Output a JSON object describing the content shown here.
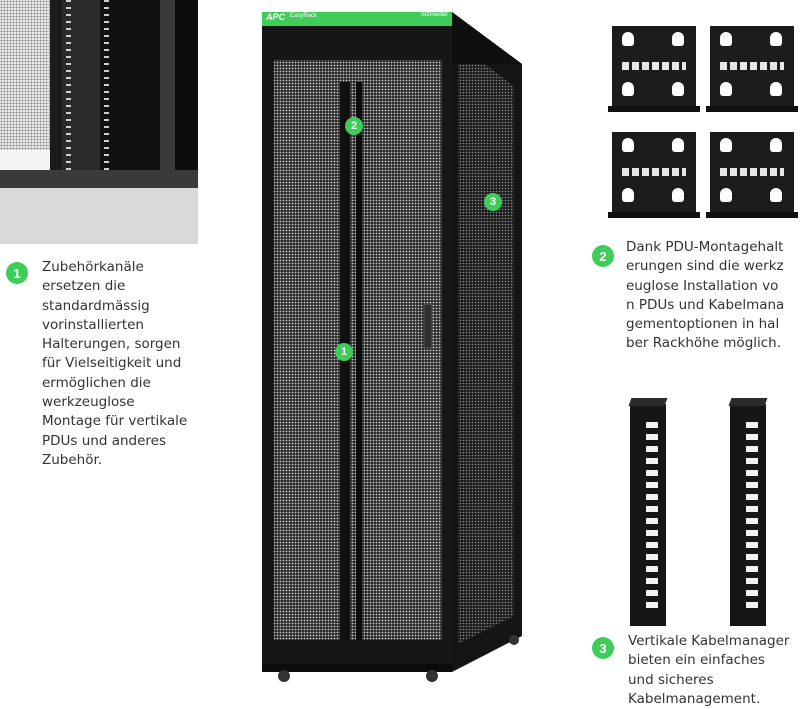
{
  "callouts": [
    {
      "number": "1",
      "text": "Zubehörkanäle ersetzen die standardmässig vorinstallierten Halterungen, sorgen für Vielseitigkeit und ermöglichen die werkzeuglose Montage für vertikale PDUs und anderes Zubehör."
    },
    {
      "number": "2",
      "text": "Dank PDU-Montagehalterungen sind die werkzeuglose Installation von PDUs und Kabelmanagementoptionen in halber Rackhöhe möglich."
    },
    {
      "number": "3",
      "text": "Vertikale Kabelmanager bieten ein einfaches und sicheres Kabelmanagement."
    }
  ],
  "rack_header": {
    "brand": "APC",
    "product": "EasyRack",
    "maker": "Schneider"
  },
  "colors": {
    "accent_green": "#3dcd58",
    "rack_black": "#161616"
  }
}
